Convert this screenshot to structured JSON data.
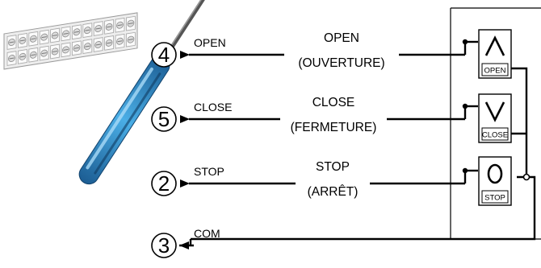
{
  "terminals": [
    {
      "number": "4",
      "label": "OPEN",
      "caption_line1": "OPEN",
      "caption_line2": "(OUVERTURE)"
    },
    {
      "number": "5",
      "label": "CLOSE",
      "caption_line1": "CLOSE",
      "caption_line2": "(FERMETURE)"
    },
    {
      "number": "2",
      "label": "STOP",
      "caption_line1": "STOP",
      "caption_line2": "(ARRÊT)"
    },
    {
      "number": "3",
      "label": "COM"
    }
  ],
  "buttons": [
    {
      "symbol": "/\\",
      "label": "OPEN",
      "icon": "chevron-up-icon"
    },
    {
      "symbol": "\\/",
      "label": "CLOSE",
      "icon": "chevron-down-icon"
    },
    {
      "symbol": "O",
      "label": "STOP",
      "icon": "circle-o-icon"
    }
  ],
  "illustrations": [
    "terminal-block",
    "screwdriver"
  ],
  "colors": {
    "screwdriver_handle": "#3a9ad6",
    "screwdriver_handle_dark": "#1c5d93",
    "line": "#000000"
  }
}
